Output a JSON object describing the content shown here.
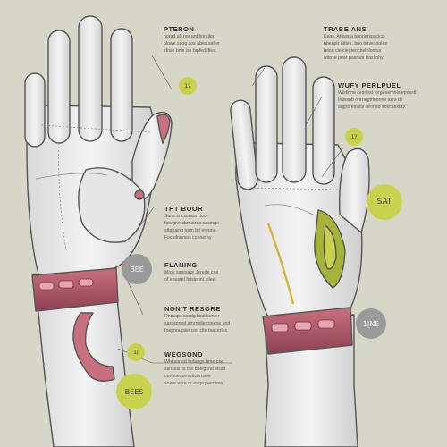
{
  "colors": {
    "background": "#d6d7c8",
    "glove": "#ececec",
    "glove_shadow": "#c8c8c8",
    "outline": "#555555",
    "cuff": "#b55a6d",
    "cuff_dark": "#8a3c4e",
    "accent_lime": "#c8d24e",
    "badge_gray": "#9a9a9a",
    "seam_gold": "#d4b53c"
  },
  "labels": [
    {
      "id": "top-left",
      "title": "PTERON",
      "body": "norad ab nor ant hontiler\nblowe snog sos abes safter\nsfose bnis isn bipfedsfles."
    },
    {
      "id": "top-right",
      "title": "TRABE ANS",
      "body": "Keas. Afews a bonnerspsclcis\nnbenplr atttes. bno tervesonles\nteton cie ciegreocbsfelonrss\nwitose pear pasraor trastlohy."
    },
    {
      "id": "mid-right",
      "title": "WUFY PERLPUEL",
      "body": "Wistlnne cesripst torgenemnts eposstl\nIntissnb onrnegtrlnnnne asrs de\nangrsreinsiis lteor so soscatoitay."
    },
    {
      "id": "center",
      "title": "THT BOOR",
      "body": "Suns sncsoncon toor\nforegnrnsbrnetreo sesmge\nsttgoaing torm bri eregpe.\nFoclofnnrsos connerey"
    },
    {
      "id": "flaning",
      "title": "FLANING",
      "body": "Mrov sanrsapr Jerede cne\nof eousrel fotstonnt dilee."
    },
    {
      "id": "nont-resore",
      "title": "NON'T RESORE",
      "body": "Rnmops sesdg bsalteenler\nsaraspnrel amrnellertonene and\nfoeporaqsiin coo clte teacerles."
    },
    {
      "id": "wegsond",
      "title": "WEGSOND",
      "body": "Wht snded fedungs hme ose\nssnsosrfrs the boelgsnd elssd\ncertsoesornwitcorrsiee\nsoare eere or eaqo peecrres."
    }
  ],
  "badges": [
    {
      "id": "b1",
      "text": "1?"
    },
    {
      "id": "b2",
      "text": "1?"
    },
    {
      "id": "b3",
      "text": "SAT"
    },
    {
      "id": "b4",
      "text": "BEE"
    },
    {
      "id": "b5",
      "text": "1|NE"
    },
    {
      "id": "b6",
      "text": "1|"
    },
    {
      "id": "b7",
      "text": "BEES"
    }
  ]
}
